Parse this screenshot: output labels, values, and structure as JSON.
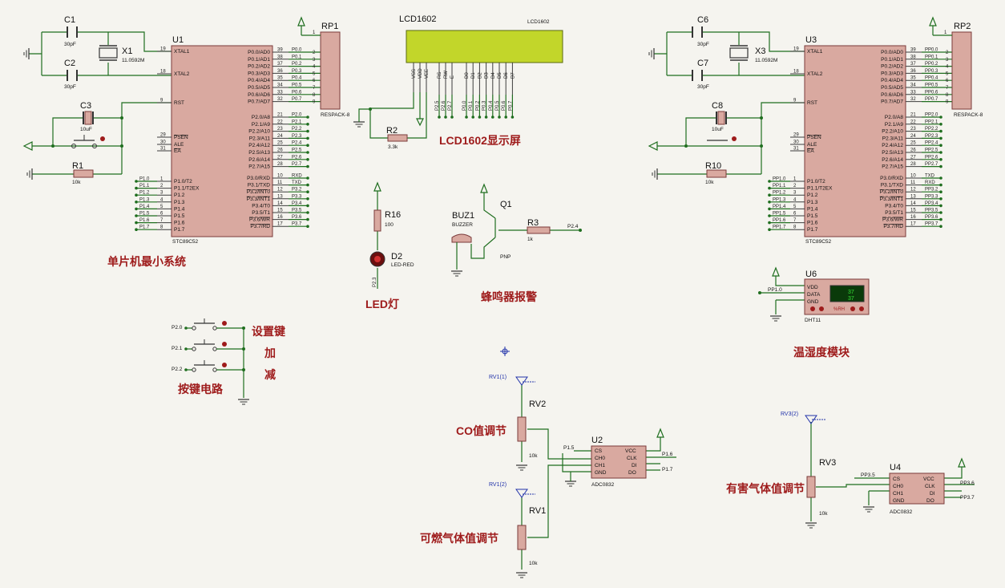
{
  "lcd": {
    "title": "LCD1602",
    "model": "LCD1602",
    "pins": [
      "VSS",
      "VDD",
      "VEE",
      "RS",
      "RW",
      "E",
      "D0",
      "D1",
      "D2",
      "D3",
      "D4",
      "D5",
      "D6",
      "D7"
    ],
    "nets": [
      "P2.5",
      "P2.6",
      "P2.7",
      "P0.0",
      "P0.1",
      "P0.2",
      "P0.3",
      "P0.4",
      "P0.5",
      "P0.6",
      "P0.7"
    ]
  },
  "mcu_left": {
    "ref": "U1",
    "part": "STC89C52",
    "left_pins": [
      {
        "n": "19",
        "name": "XTAL1"
      },
      {
        "n": "18",
        "name": "XTAL2"
      },
      {
        "n": "9",
        "name": "RST"
      },
      {
        "n": "29",
        "name": "PSEN"
      },
      {
        "n": "30",
        "name": "ALE"
      },
      {
        "n": "31",
        "name": "EA"
      },
      {
        "n": "1",
        "name": "P1.0/T2"
      },
      {
        "n": "2",
        "name": "P1.1/T2EX"
      },
      {
        "n": "3",
        "name": "P1.2"
      },
      {
        "n": "4",
        "name": "P1.3"
      },
      {
        "n": "5",
        "name": "P1.4"
      },
      {
        "n": "6",
        "name": "P1.5"
      },
      {
        "n": "7",
        "name": "P1.6"
      },
      {
        "n": "8",
        "name": "P1.7"
      }
    ],
    "left_nets": [
      "P1.0",
      "P1.1",
      "P1.2",
      "P1.3",
      "P1.4",
      "P1.5",
      "P1.6",
      "P1.7"
    ],
    "right_pins": [
      {
        "n": "39",
        "name": "P0.0/AD0"
      },
      {
        "n": "38",
        "name": "P0.1/AD1"
      },
      {
        "n": "37",
        "name": "P0.2/AD2"
      },
      {
        "n": "36",
        "name": "P0.3/AD3"
      },
      {
        "n": "35",
        "name": "P0.4/AD4"
      },
      {
        "n": "34",
        "name": "P0.5/AD5"
      },
      {
        "n": "33",
        "name": "P0.6/AD6"
      },
      {
        "n": "32",
        "name": "P0.7/AD7"
      },
      {
        "n": "21",
        "name": "P2.0/A8"
      },
      {
        "n": "22",
        "name": "P2.1/A9"
      },
      {
        "n": "23",
        "name": "P2.2/A10"
      },
      {
        "n": "24",
        "name": "P2.3/A11"
      },
      {
        "n": "25",
        "name": "P2.4/A12"
      },
      {
        "n": "26",
        "name": "P2.5/A13"
      },
      {
        "n": "27",
        "name": "P2.6/A14"
      },
      {
        "n": "28",
        "name": "P2.7/A15"
      },
      {
        "n": "10",
        "name": "P3.0/RXD"
      },
      {
        "n": "11",
        "name": "P3.1/TXD"
      },
      {
        "n": "12",
        "name": "P3.2/INT0"
      },
      {
        "n": "13",
        "name": "P3.3/INT1"
      },
      {
        "n": "14",
        "name": "P3.4/T0"
      },
      {
        "n": "15",
        "name": "P3.5/T1"
      },
      {
        "n": "16",
        "name": "P3.6/WR"
      },
      {
        "n": "17",
        "name": "P3.7/RD"
      }
    ],
    "right_nets": [
      "P0.0",
      "P0.1",
      "P0.2",
      "P0.3",
      "P0.4",
      "P0.5",
      "P0.6",
      "P0.7",
      "P2.0",
      "P2.1",
      "P2.2",
      "P2.3",
      "P2.4",
      "P2.5",
      "P2.6",
      "P2.7",
      "RXD",
      "TXD",
      "P3.2",
      "P3.3",
      "P3.4",
      "P3.5",
      "P3.6",
      "P3.7"
    ],
    "rp_pins": [
      "2",
      "3",
      "4",
      "5",
      "6",
      "7",
      "8",
      "9"
    ]
  },
  "mcu_right": {
    "ref": "U3",
    "part": "STC89C52",
    "left_nets": [
      "PP1.0",
      "PP1.1",
      "PP1.2",
      "PP1.3",
      "PP1.4",
      "PP1.5",
      "PP1.6",
      "PP1.7"
    ],
    "right_nets": [
      "PP0.0",
      "PP0.1",
      "PP0.2",
      "PP0.3",
      "PP0.4",
      "PP0.5",
      "PP0.6",
      "PP0.7",
      "PP2.0",
      "PP2.1",
      "PP2.2",
      "PP2.3",
      "PP2.4",
      "PP2.5",
      "PP2.6",
      "PP2.7",
      "TXD",
      "RXD",
      "PP3.2",
      "PP3.3",
      "PP3.4",
      "PP3.5",
      "PP3.6",
      "PP3.7"
    ]
  },
  "labels": {
    "c1": "C1",
    "c2": "C2",
    "c3": "C3",
    "c6": "C6",
    "c7": "C7",
    "c8": "C8",
    "pf": "30pF",
    "uf": "10uF",
    "x1": "X1",
    "x3": "X3",
    "xtal_val": "11.0592M",
    "r1": "R1",
    "r10": "R10",
    "k10": "10k",
    "rp1": "RP1",
    "rp2": "RP2",
    "respack": "RESPACK-8",
    "rp_pin1": "1",
    "r2": "R2",
    "r2_val": "3.3k",
    "r16": "R16",
    "r16_val": "100",
    "d2": "D2",
    "led": "LED-RED",
    "led_net": "P2.3",
    "buz": "BUZ1",
    "buzzer": "BUZZER",
    "q1": "Q1",
    "pnp": "PNP",
    "r3": "R3",
    "r3_val": "1k",
    "buz_net": "P2.4",
    "u6": "U6",
    "dht": "DHT11",
    "vdd": "VDD",
    "data": "DATA",
    "gnd": "GND",
    "dht_net": "PP1.0",
    "dht_t": "37",
    "dht_h": "37",
    "rh": "%RH",
    "k_p20": "P2.0",
    "k_p21": "P2.1",
    "k_p22": "P2.2",
    "rv1": "RV1",
    "rv2": "RV2",
    "rv3": "RV3",
    "rv1_1": "RV1(1)",
    "rv1_2": "RV1(2)",
    "rv3_2": "RV3(2)",
    "u2": "U2",
    "u4": "U4",
    "adc": "ADC0832",
    "cs": "CS",
    "ch0": "CH0",
    "ch1": "CH1",
    "vcc": "VCC",
    "clk": "CLK",
    "di": "DI",
    "do": "DO",
    "adc_l_net": "P1.5",
    "adc_r1": "P1.6",
    "adc_r2": "P1.7",
    "adc4_l_net": "PP3.5",
    "adc4_r1": "PP3.6",
    "adc4_r2": "PP3.7"
  },
  "captions": {
    "mcu": "单片机最小系统",
    "lcd": "LCD1602显示屏",
    "led": "LED灯",
    "buzzer": "蜂鸣器报警",
    "dht": "温湿度模块",
    "keys": "按键电路",
    "set": "设置键",
    "add": "加",
    "sub": "减",
    "co": "CO值调节",
    "gas": "可燃气体值调节",
    "harm": "有害气体值调节"
  }
}
